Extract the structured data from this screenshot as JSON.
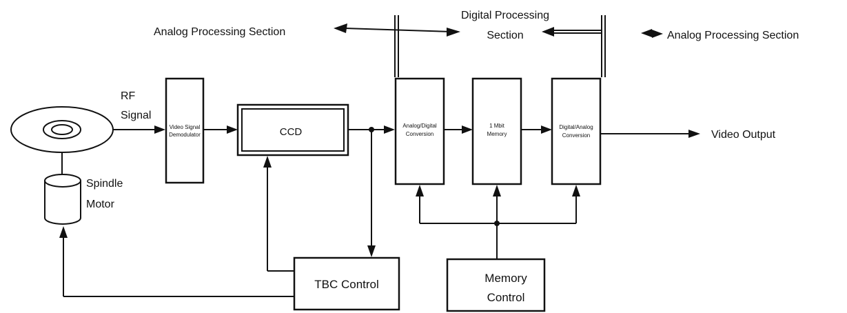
{
  "section_labels": {
    "analog_left": "Analog Processing Section",
    "digital_line1": "Digital Processing",
    "digital_line2": "Section",
    "analog_right": "Analog Processing Section"
  },
  "signals": {
    "rf_line1": "RF",
    "rf_line2": "Signal",
    "video_output": "Video Output"
  },
  "blocks": {
    "spindle_line1": "Spindle",
    "spindle_line2": "Motor",
    "demod_line1": "Video Signal",
    "demod_line2": "Demodulator",
    "ccd": "CCD",
    "adc_line1": "Analog/Digital",
    "adc_line2": "Conversion",
    "memory_line1": "1 Mbit",
    "memory_line2": "Memory",
    "dac_line1": "Digital/Analog",
    "dac_line2": "Conversion",
    "tbc": "TBC Control",
    "memctl_line1": "Memory",
    "memctl_line2": "Control"
  }
}
